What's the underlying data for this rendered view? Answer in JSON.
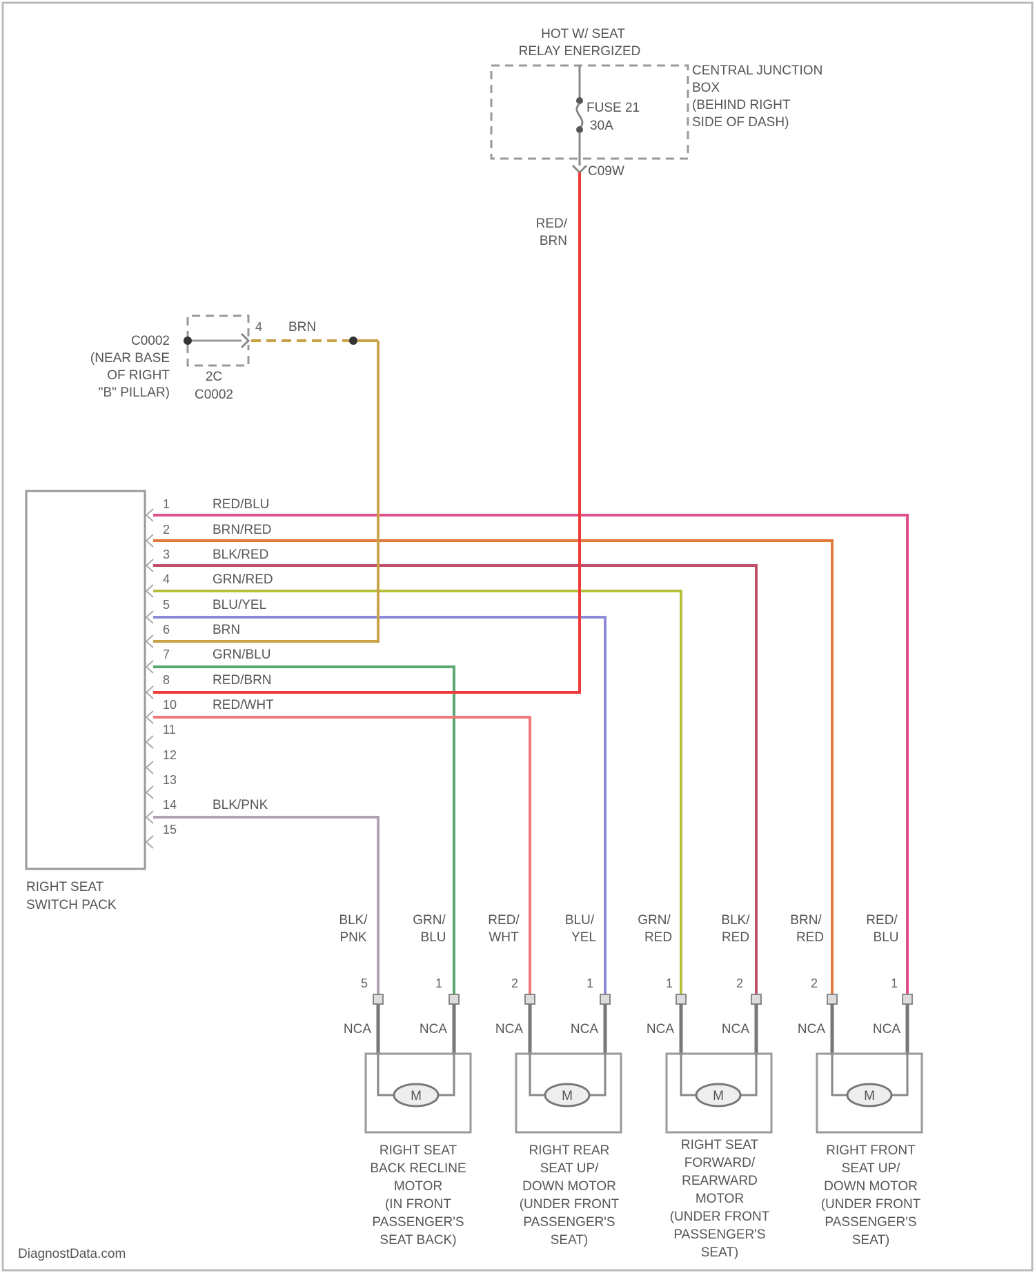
{
  "colors": {
    "RED/BLU": "#e0508a",
    "BRN/RED": "#e07a3a",
    "BLK/RED": "#c0506a",
    "GRN/RED": "#b8c040",
    "BLU/YEL": "#8a8ad8",
    "BRN": "#c9a24a",
    "GRN/BLU": "#5aa870",
    "RED/BRN": "#ee3a3a",
    "RED/WHT": "#f07878",
    "BLK/PNK": "#b0a0b0"
  },
  "power": {
    "title_lines": [
      "HOT W/ SEAT",
      "RELAY ENERGIZED"
    ],
    "junction_lines": [
      "CENTRAL JUNCTION",
      "BOX",
      "(BEHIND RIGHT",
      "SIDE OF DASH)"
    ],
    "fuse_lines": [
      "FUSE 21",
      "30A"
    ],
    "connector": "C09W",
    "wire_label_lines": [
      "RED/",
      "BRN"
    ]
  },
  "ground": {
    "connector_lines": [
      "C0002",
      "(NEAR BASE",
      "OF RIGHT",
      "\"B\" PILLAR)"
    ],
    "pin_in": "4",
    "wire_label": "BRN",
    "lower_lines": [
      "2C",
      "C0002"
    ]
  },
  "switch_pack": {
    "label_lines": [
      "RIGHT SEAT",
      "SWITCH PACK"
    ],
    "pins": [
      {
        "num": "1",
        "wire": "RED/BLU"
      },
      {
        "num": "2",
        "wire": "BRN/RED"
      },
      {
        "num": "3",
        "wire": "BLK/RED"
      },
      {
        "num": "4",
        "wire": "GRN/RED"
      },
      {
        "num": "5",
        "wire": "BLU/YEL"
      },
      {
        "num": "6",
        "wire": "BRN"
      },
      {
        "num": "7",
        "wire": "GRN/BLU"
      },
      {
        "num": "8",
        "wire": "RED/BRN"
      },
      {
        "num": "10",
        "wire": "RED/WHT"
      },
      {
        "num": "11",
        "wire": ""
      },
      {
        "num": "12",
        "wire": ""
      },
      {
        "num": "13",
        "wire": ""
      },
      {
        "num": "14",
        "wire": "BLK/PNK"
      },
      {
        "num": "15",
        "wire": ""
      }
    ]
  },
  "motor_wires": [
    {
      "lines": [
        "BLK/",
        "PNK"
      ],
      "pin": "5",
      "nca": "NCA"
    },
    {
      "lines": [
        "GRN/",
        "BLU"
      ],
      "pin": "1",
      "nca": "NCA"
    },
    {
      "lines": [
        "RED/",
        "WHT"
      ],
      "pin": "2",
      "nca": "NCA"
    },
    {
      "lines": [
        "BLU/",
        "YEL"
      ],
      "pin": "1",
      "nca": "NCA"
    },
    {
      "lines": [
        "GRN/",
        "RED"
      ],
      "pin": "1",
      "nca": "NCA"
    },
    {
      "lines": [
        "BLK/",
        "RED"
      ],
      "pin": "2",
      "nca": "NCA"
    },
    {
      "lines": [
        "BRN/",
        "RED"
      ],
      "pin": "2",
      "nca": "NCA"
    },
    {
      "lines": [
        "RED/",
        "BLU"
      ],
      "pin": "1",
      "nca": "NCA"
    }
  ],
  "motors": [
    {
      "symbol": "M",
      "label_lines": [
        "RIGHT SEAT",
        "BACK RECLINE",
        "MOTOR",
        "(IN FRONT",
        "PASSENGER'S",
        "SEAT BACK)"
      ]
    },
    {
      "symbol": "M",
      "label_lines": [
        "RIGHT REAR",
        "SEAT UP/",
        "DOWN MOTOR",
        "(UNDER FRONT",
        "PASSENGER'S",
        "SEAT)"
      ]
    },
    {
      "symbol": "M",
      "label_lines": [
        "RIGHT SEAT",
        "FORWARD/",
        "REARWARD",
        "MOTOR",
        "(UNDER FRONT",
        "PASSENGER'S",
        "SEAT)"
      ]
    },
    {
      "symbol": "M",
      "label_lines": [
        "RIGHT FRONT",
        "SEAT UP/",
        "DOWN MOTOR",
        "(UNDER FRONT",
        "PASSENGER'S",
        "SEAT)"
      ]
    }
  ],
  "watermark": "DiagnostData.com"
}
